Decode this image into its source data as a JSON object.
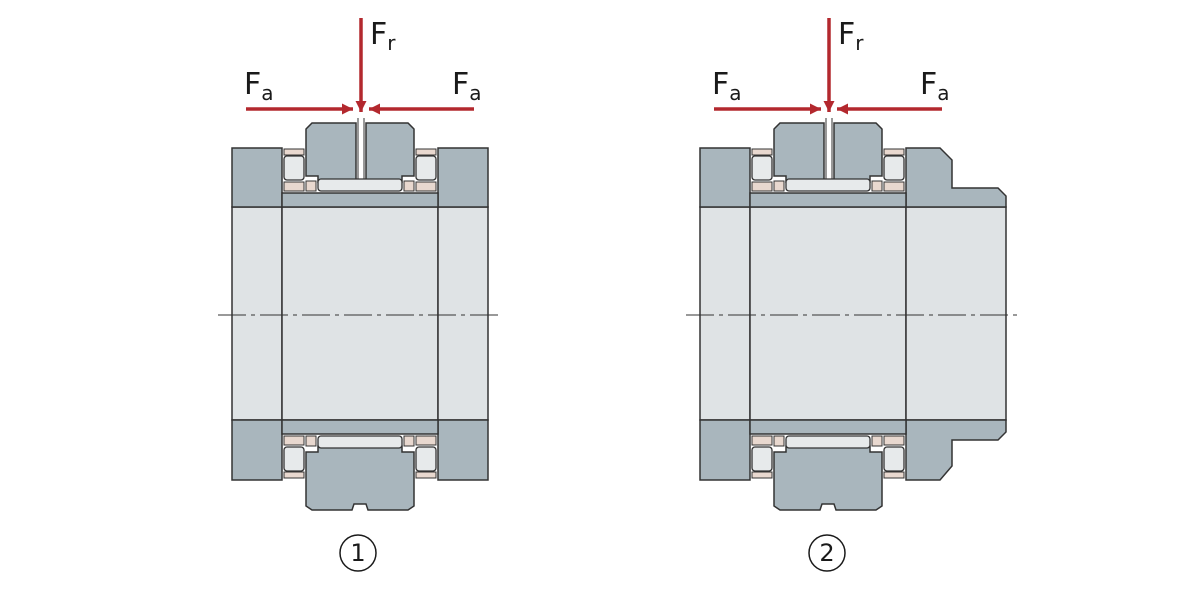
{
  "colors": {
    "housing": "#a9b6bd",
    "shaft": "#dfe3e5",
    "roller": "#e7eaeb",
    "cage": "#e8d8cf",
    "arrow": "#b3282e",
    "outline": "#333333",
    "centerline": "#333333"
  },
  "labels": {
    "radial_force": {
      "main": "F",
      "sub": "r"
    },
    "axial_force": {
      "main": "F",
      "sub": "a"
    }
  },
  "variants": [
    {
      "number": "1"
    },
    {
      "number": "2"
    }
  ]
}
